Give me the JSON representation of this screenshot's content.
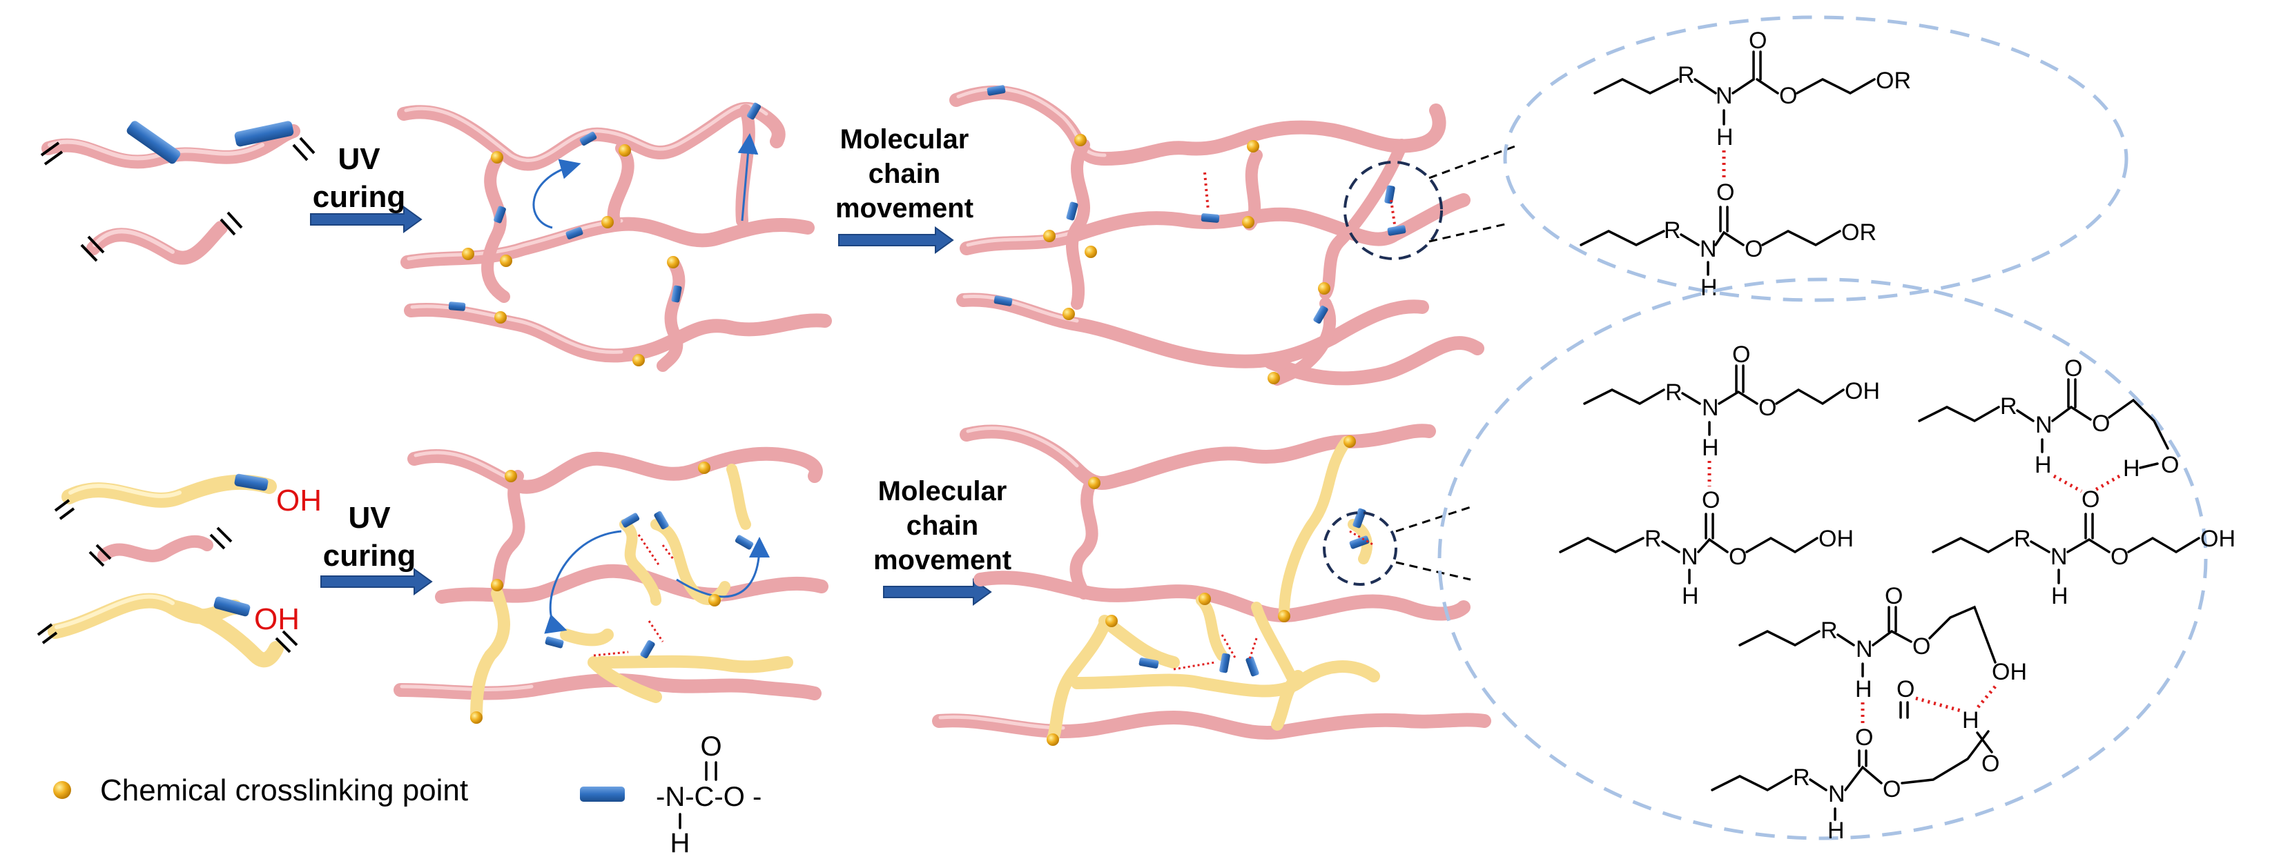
{
  "process": {
    "step1_label": [
      "UV",
      "curing"
    ],
    "step2_label": [
      "Molecular",
      "chain",
      "movement"
    ]
  },
  "oh_label": "OH",
  "legend": {
    "crosslink_label": "Chemical crosslinking point",
    "urethane_formula": {
      "top": "O",
      "main": "-N-C-O -",
      "bottom": "H"
    }
  },
  "chemistry": {
    "top_ellipse": {
      "upper": {
        "R": "R",
        "NH": "N",
        "H": "H",
        "O_carbonyl": "O",
        "O_ester": "O",
        "tail": "OR"
      },
      "lower": {
        "R": "R",
        "NH": "N",
        "H": "H",
        "O_carbonyl": "O",
        "O_ester": "O",
        "tail": "OR"
      }
    },
    "bottom_ellipse": {
      "pair_a": {
        "R": "R",
        "N": "N",
        "H": "H",
        "O": "O",
        "tail": "OH"
      },
      "pair_b": {
        "R": "R",
        "N": "N",
        "H": "H",
        "O": "O",
        "tail": "O",
        "hydroxyl_H": "H"
      },
      "pair_c": {
        "R": "R",
        "N": "N",
        "H": "H",
        "O": "O",
        "tail": "OH"
      }
    }
  },
  "colors": {
    "polymer_pink": "#eaa5a9",
    "polymer_yellow": "#f7dc8f",
    "urethane_blue": "#2f6fc0",
    "crosslink_gold": "#e2a20a",
    "hbond_red": "#e02020",
    "ellipse_dash": "#a9c2e4",
    "arrow_blue": "#2d5fa8"
  }
}
